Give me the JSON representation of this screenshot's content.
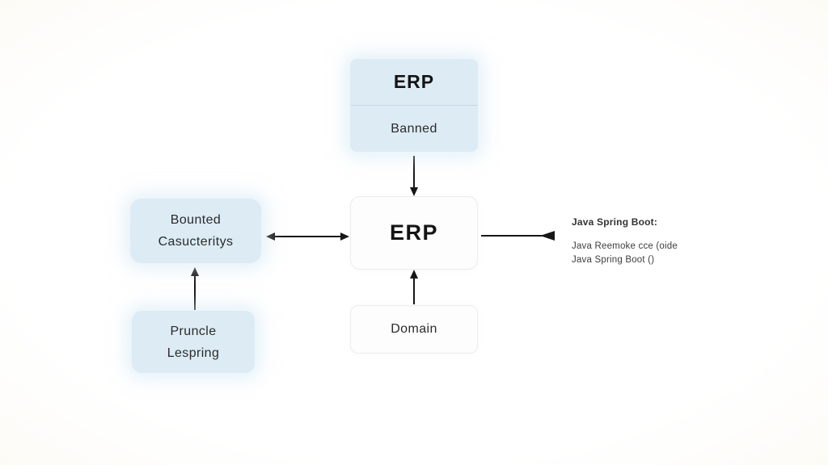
{
  "diagram": {
    "top_box": {
      "title": "ERP",
      "subtitle": "Banned"
    },
    "center_box": {
      "label": "ERP"
    },
    "left_box": {
      "line1": "Bounted",
      "line2": "Casucteritys"
    },
    "bottom_left_box": {
      "line1": "Pruncle",
      "line2": "Lespring"
    },
    "domain_box": {
      "label": "Domain"
    },
    "right_note": {
      "title": "Java Spring Boot:",
      "line2": "Java Reemoke cce (oide",
      "line3": "Java Spring Boot ()"
    },
    "colors": {
      "box_fill_blue": "#dcebf4",
      "box_border_white": "#ececec",
      "divider": "#c9d9e3",
      "arrow": "#171717",
      "text_dark": "#141414",
      "text_note": "#3d3d3d"
    }
  }
}
